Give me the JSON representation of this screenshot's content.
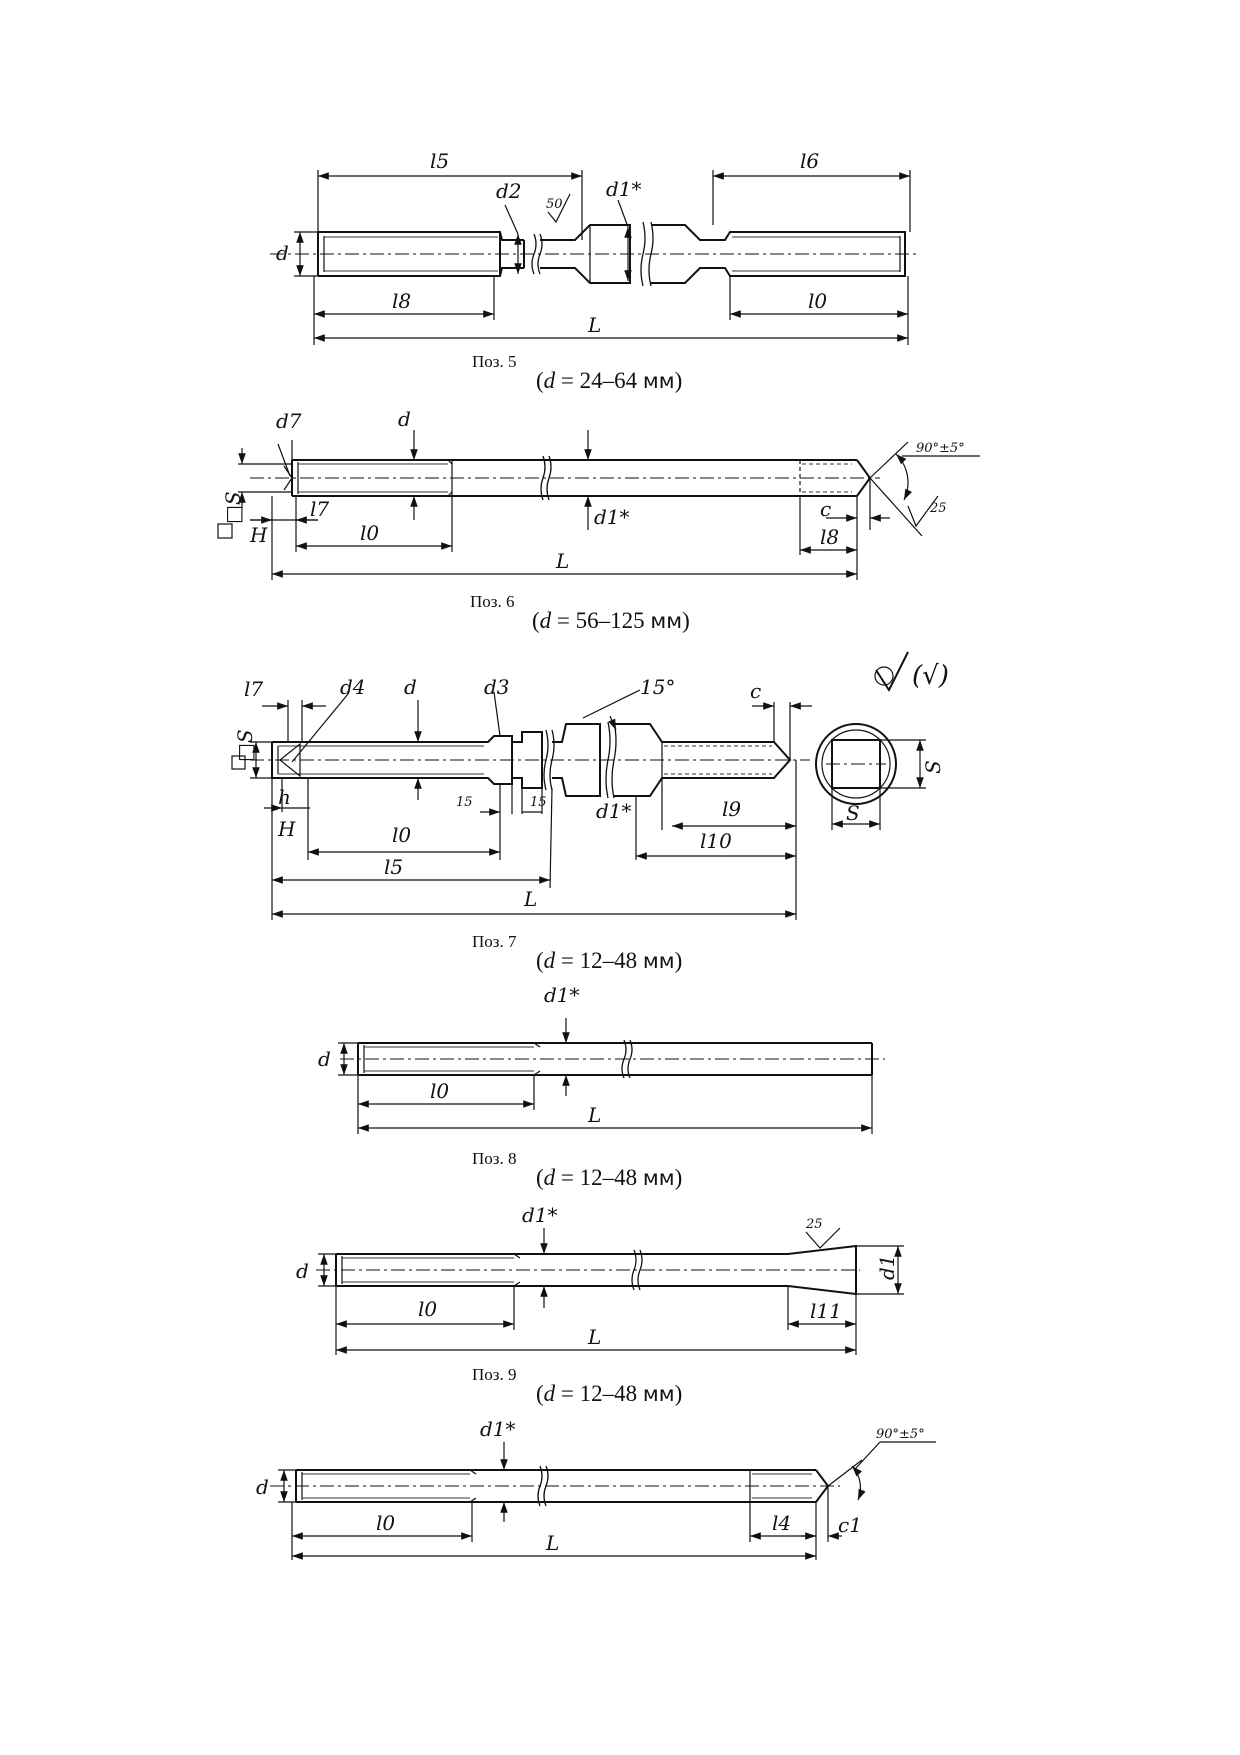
{
  "figures": [
    {
      "caption": "Поз. 5",
      "range": {
        "var": "d",
        "eq": "=",
        "min": "24",
        "dash": "–",
        "max": "64",
        "unit": "мм"
      },
      "labels": {
        "l5": "l5",
        "l6": "l6",
        "d2": "d2",
        "roughness": "50",
        "d1": "d1*",
        "d": "d",
        "l8": "l8",
        "l0": "l0",
        "L": "L"
      }
    },
    {
      "caption": "Поз. 6",
      "range": {
        "var": "d",
        "eq": "=",
        "min": "56",
        "dash": "–",
        "max": "125",
        "unit": "мм"
      },
      "labels": {
        "d7": "d7",
        "d": "d",
        "angle": "90°±5°",
        "roughness": "25",
        "square": "□S",
        "l7": "l7",
        "H": "H",
        "l0": "l0",
        "d1": "d1*",
        "c": "c",
        "l8": "l8",
        "L": "L"
      }
    },
    {
      "caption": "Поз. 7",
      "range": {
        "var": "d",
        "eq": "=",
        "min": "12",
        "dash": "–",
        "max": "48",
        "unit": "мм"
      },
      "labels": {
        "l7": "l7",
        "d4": "d4",
        "d": "d",
        "d3": "d3",
        "angle": "15°",
        "c": "c",
        "square": "□S",
        "h": "h",
        "H": "H",
        "n15a": "15",
        "n15b": "15",
        "d1": "d1*",
        "l9": "l9",
        "l10": "l10",
        "l0": "l0",
        "l5": "l5",
        "L": "L",
        "S_right": "S",
        "S_bottom": "S",
        "roughness_all": "(√)"
      }
    },
    {
      "caption": "Поз. 8",
      "range": {
        "var": "d",
        "eq": "=",
        "min": "12",
        "dash": "–",
        "max": "48",
        "unit": "мм"
      },
      "labels": {
        "d1": "d1*",
        "d": "d",
        "l0": "l0",
        "L": "L"
      }
    },
    {
      "caption": "Поз. 9",
      "range": {
        "var": "d",
        "eq": "=",
        "min": "12",
        "dash": "–",
        "max": "48",
        "unit": "мм"
      },
      "labels": {
        "d1": "d1*",
        "roughness": "25",
        "d": "d",
        "d1_end": "d1",
        "l0": "l0",
        "l11": "l11",
        "L": "L"
      }
    },
    {
      "labels": {
        "d1": "d1*",
        "angle": "90°±5°",
        "d": "d",
        "l0": "l0",
        "l4": "l4",
        "c1": "c1",
        "L": "L"
      }
    }
  ]
}
